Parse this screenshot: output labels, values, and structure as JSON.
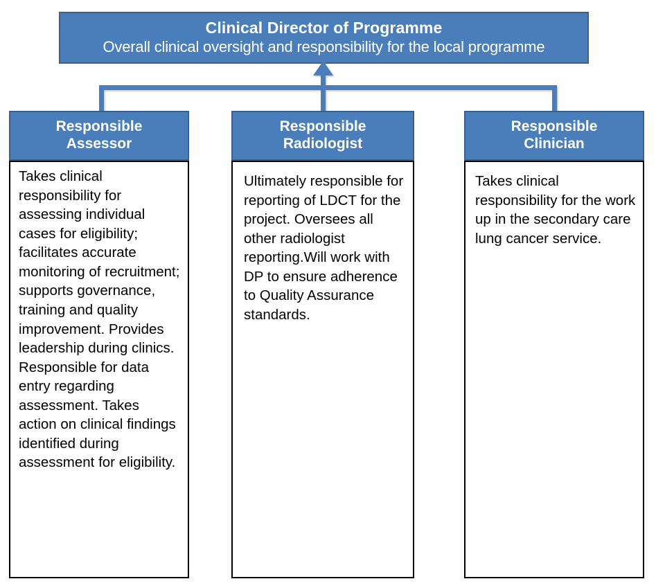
{
  "diagram": {
    "type": "organisational-hierarchy",
    "colors": {
      "box_fill": "#4A7EBB",
      "box_border": "#38608F",
      "connector": "#4A7EBB",
      "body_border": "#000000",
      "header_text": "#FFFFFF",
      "body_text": "#000000",
      "background": "#FFFFFF"
    },
    "top_node": {
      "title": "Clinical Director of Programme",
      "subtitle": "Overall clinical oversight and responsibility for the local programme"
    },
    "connector": {
      "arrow_direction": "up",
      "arrow_target": "Clinical Director of Programme",
      "branch_count": 3
    },
    "columns": [
      {
        "id": "responsible-assessor",
        "header_line1": "Responsible",
        "header_line2": "Assessor",
        "body": "Takes clinical responsibility for assessing individual cases for eligibility; facilitates accurate monitoring of recruitment; supports governance, training and quality improvement. Provides leadership during clinics. Responsible for data entry regarding assessment. Takes action on clinical findings identified during assessment for eligibility."
      },
      {
        "id": "responsible-radiologist",
        "header_line1": "Responsible",
        "header_line2": "Radiologist",
        "body": "Ultimately responsible for reporting of LDCT for the project. Oversees all other radiologist reporting.Will work with DP to ensure adherence to Quality Assurance standards."
      },
      {
        "id": "responsible-clinician",
        "header_line1": "Responsible",
        "header_line2": "Clinician",
        "body": "Takes clinical responsibility for the work up in the secondary care lung cancer service."
      }
    ]
  }
}
